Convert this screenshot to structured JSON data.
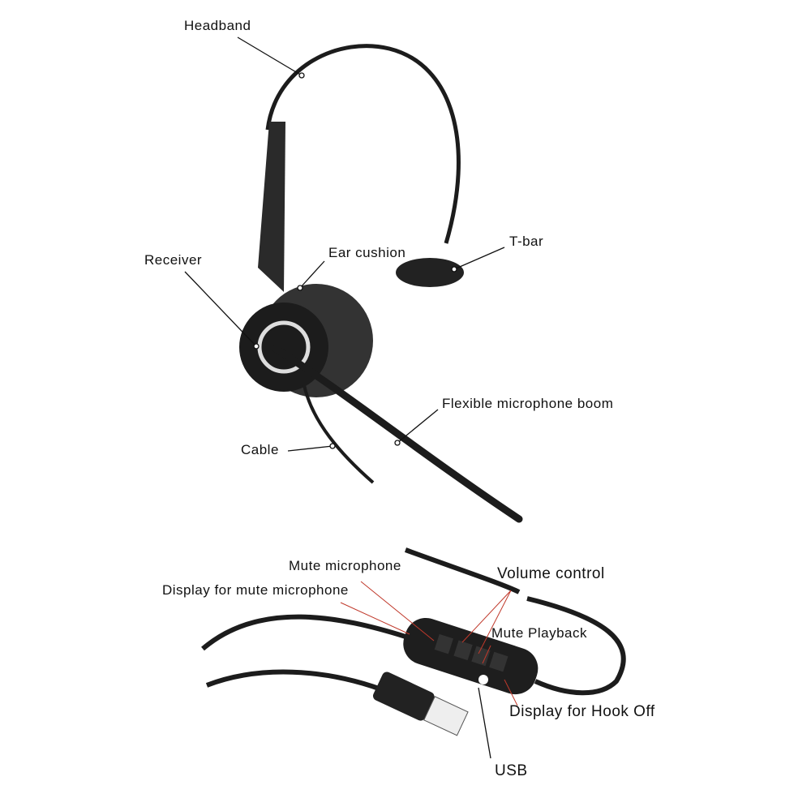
{
  "headset_labels": {
    "headband": "Headband",
    "t_bar": "T-bar",
    "ear_cushion": "Ear cushion",
    "receiver": "Receiver",
    "boom": "Flexible microphone boom",
    "cable": "Cable"
  },
  "control_labels": {
    "mute_microphone": "Mute microphone",
    "display_mute_microphone": "Display for mute microphone",
    "volume_control": "Volume control",
    "mute_playback": "Mute Playback",
    "display_hook_off": "Display for Hook Off",
    "usb": "USB"
  },
  "colors": {
    "leader_dark": "#111111",
    "leader_red": "#c0392b",
    "product": "#1c1c1c"
  }
}
